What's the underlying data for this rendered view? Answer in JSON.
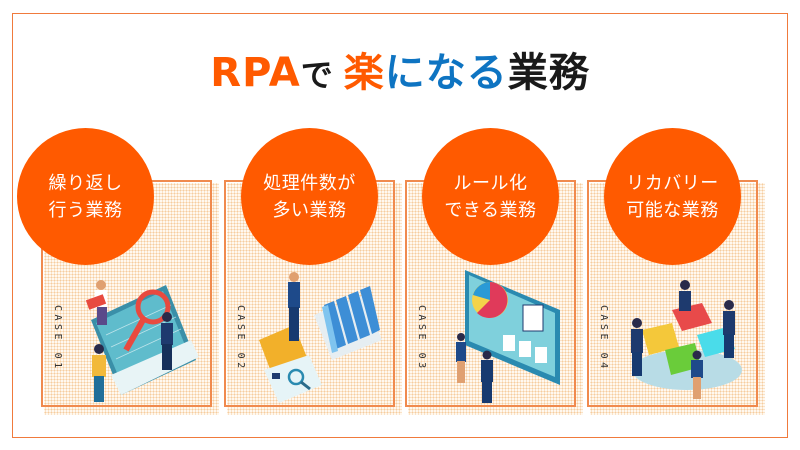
{
  "title": {
    "part1": "RPA",
    "part2": "で",
    "part3": "楽",
    "part4": "になる",
    "part5": "業務"
  },
  "colors": {
    "accent_orange": "#ff5a00",
    "accent_blue": "#0e74c2",
    "text_dark": "#1a1a1a",
    "border_orange": "#f07a3c"
  },
  "cases": [
    {
      "line1": "繰り返し",
      "line2": "行う業務",
      "label": "CASE 01",
      "illustration": "laptop-magnifier-team-illustration"
    },
    {
      "line1": "処理件数が",
      "line2": "多い業務",
      "label": "CASE 02",
      "illustration": "binders-folder-businessman-illustration"
    },
    {
      "line1": "ルール化",
      "line2": "できる業務",
      "label": "CASE 03",
      "illustration": "dashboard-pie-chart-illustration"
    },
    {
      "line1": "リカバリー",
      "line2": "可能な業務",
      "label": "CASE 04",
      "illustration": "puzzle-pieces-team-illustration"
    }
  ]
}
